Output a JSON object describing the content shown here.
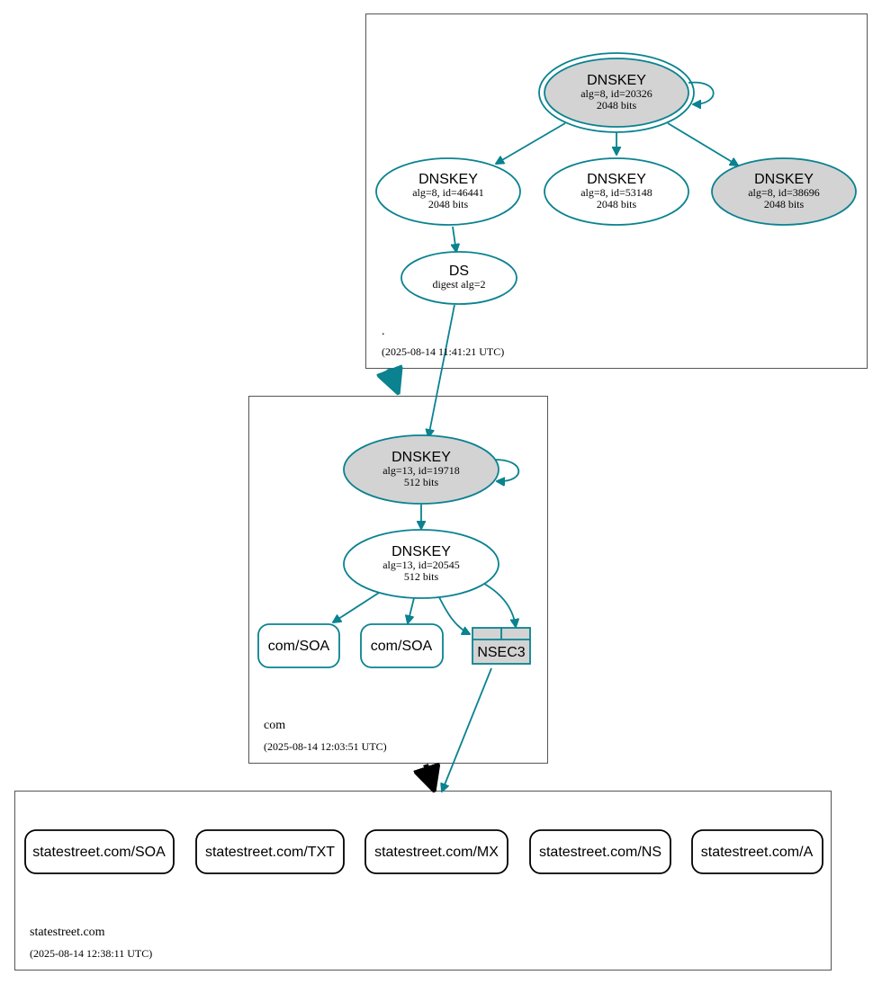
{
  "colors": {
    "edge": "#0a8290",
    "node_fill_shaded": "#d3d3d3",
    "node_fill_plain": "#ffffff",
    "delegation_root_to_com": "#0a8290",
    "delegation_com_to_statestreet": "#000000"
  },
  "zones": {
    "root": {
      "name": ".",
      "timestamp": "(2025-08-14 11:41:21 UTC)",
      "dnskeys": [
        {
          "title": "DNSKEY",
          "line1": "alg=8, id=20326",
          "line2": "2048 bits",
          "shaded": true,
          "trust_anchor": true,
          "self_signed": true
        },
        {
          "title": "DNSKEY",
          "line1": "alg=8, id=46441",
          "line2": "2048 bits",
          "shaded": false
        },
        {
          "title": "DNSKEY",
          "line1": "alg=8, id=53148",
          "line2": "2048 bits",
          "shaded": false
        },
        {
          "title": "DNSKEY",
          "line1": "alg=8, id=38696",
          "line2": "2048 bits",
          "shaded": true
        }
      ],
      "ds": {
        "title": "DS",
        "line1": "digest alg=2"
      }
    },
    "com": {
      "name": "com",
      "timestamp": "(2025-08-14 12:03:51 UTC)",
      "dnskeys": [
        {
          "title": "DNSKEY",
          "line1": "alg=13, id=19718",
          "line2": "512 bits",
          "shaded": true,
          "self_signed": true
        },
        {
          "title": "DNSKEY",
          "line1": "alg=13, id=20545",
          "line2": "512 bits",
          "shaded": false
        }
      ],
      "records": [
        "com/SOA",
        "com/SOA"
      ],
      "nsec3": "NSEC3"
    },
    "statestreet": {
      "name": "statestreet.com",
      "timestamp": "(2025-08-14 12:38:11 UTC)",
      "records": [
        "statestreet.com/SOA",
        "statestreet.com/TXT",
        "statestreet.com/MX",
        "statestreet.com/NS",
        "statestreet.com/A"
      ]
    }
  }
}
